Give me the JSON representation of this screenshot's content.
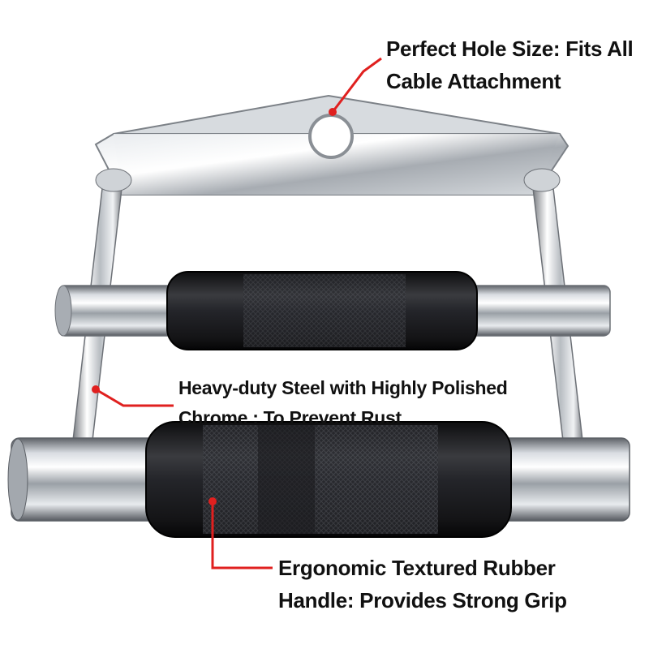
{
  "colors": {
    "callout": "#e0201f",
    "text": "#111111",
    "rubber": "#1c1c1e",
    "chrome_light": "#f3f5f7",
    "chrome_dark": "#6a6e74"
  },
  "callouts": {
    "hole": {
      "line1": "Perfect Hole Size: Fits All",
      "line2": "Cable Attachment"
    },
    "steel": {
      "line1": "Heavy-duty Steel with Highly Polished",
      "line2": "Chrome : To Prevent Rust"
    },
    "rubber": {
      "line1": "Ergonomic Textured Rubber",
      "line2": "Handle: Provides Strong Grip"
    }
  }
}
